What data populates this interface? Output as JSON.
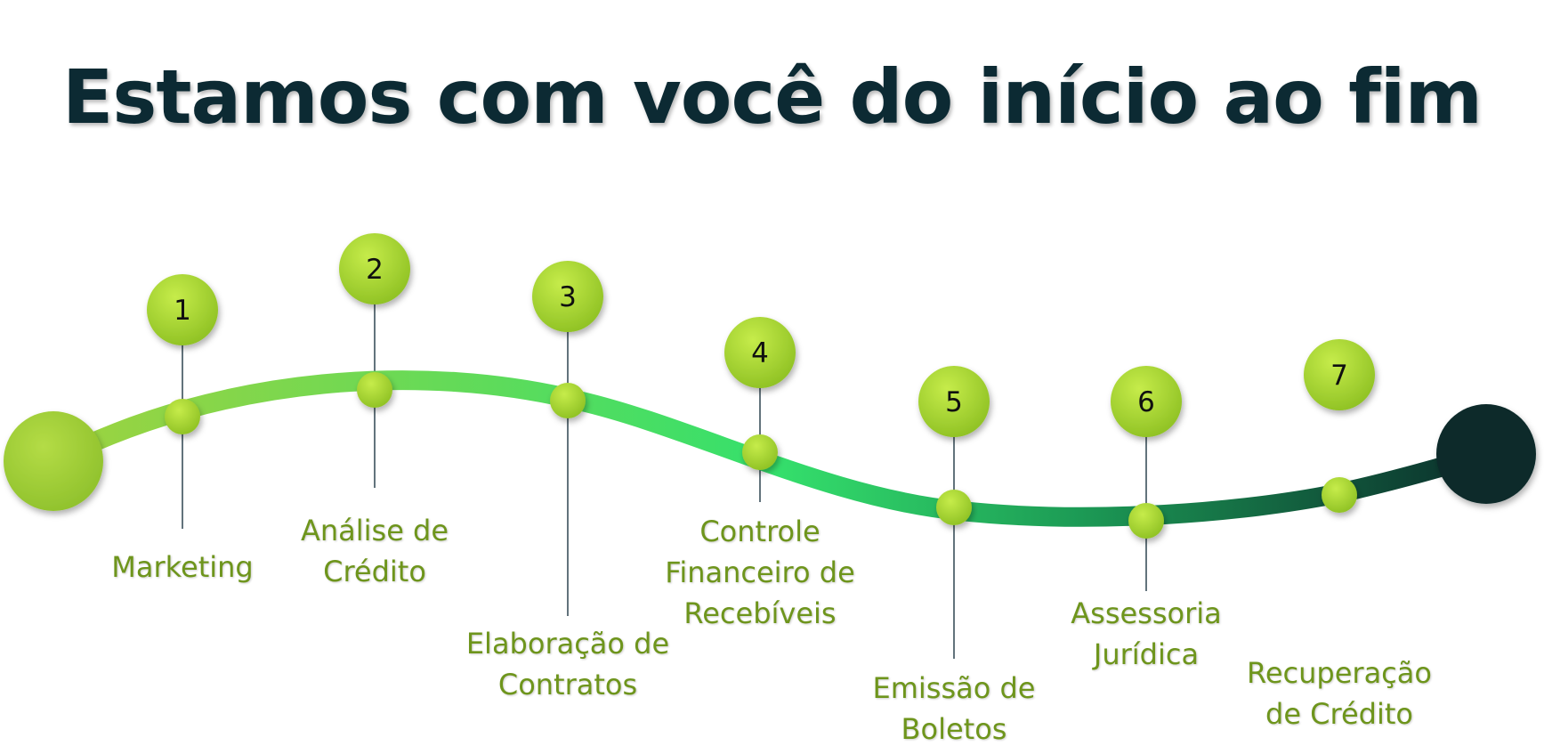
{
  "title": "Estamos com você do início ao fim",
  "colors": {
    "title": "#0c2a33",
    "bubble_light": "#c6ec4a",
    "bubble_dark": "#8cbf22",
    "label": "#6e951c",
    "stem": "#2f4550",
    "path_start": "#a6d23c",
    "path_mid": "#35e06c",
    "path_end": "#0a2a2a"
  },
  "steps": [
    {
      "number": "1",
      "lines": [
        "Marketing"
      ]
    },
    {
      "number": "2",
      "lines": [
        "Análise de",
        "Crédito"
      ]
    },
    {
      "number": "3",
      "lines": [
        "Elaboração de",
        "Contratos"
      ]
    },
    {
      "number": "4",
      "lines": [
        "Controle",
        "Financeiro de",
        "Recebíveis"
      ]
    },
    {
      "number": "5",
      "lines": [
        "Emissão de",
        "Boletos"
      ]
    },
    {
      "number": "6",
      "lines": [
        "Assessoria",
        "Jurídica"
      ]
    },
    {
      "number": "7",
      "lines": [
        "Recuperação",
        "de Crédito"
      ]
    }
  ]
}
